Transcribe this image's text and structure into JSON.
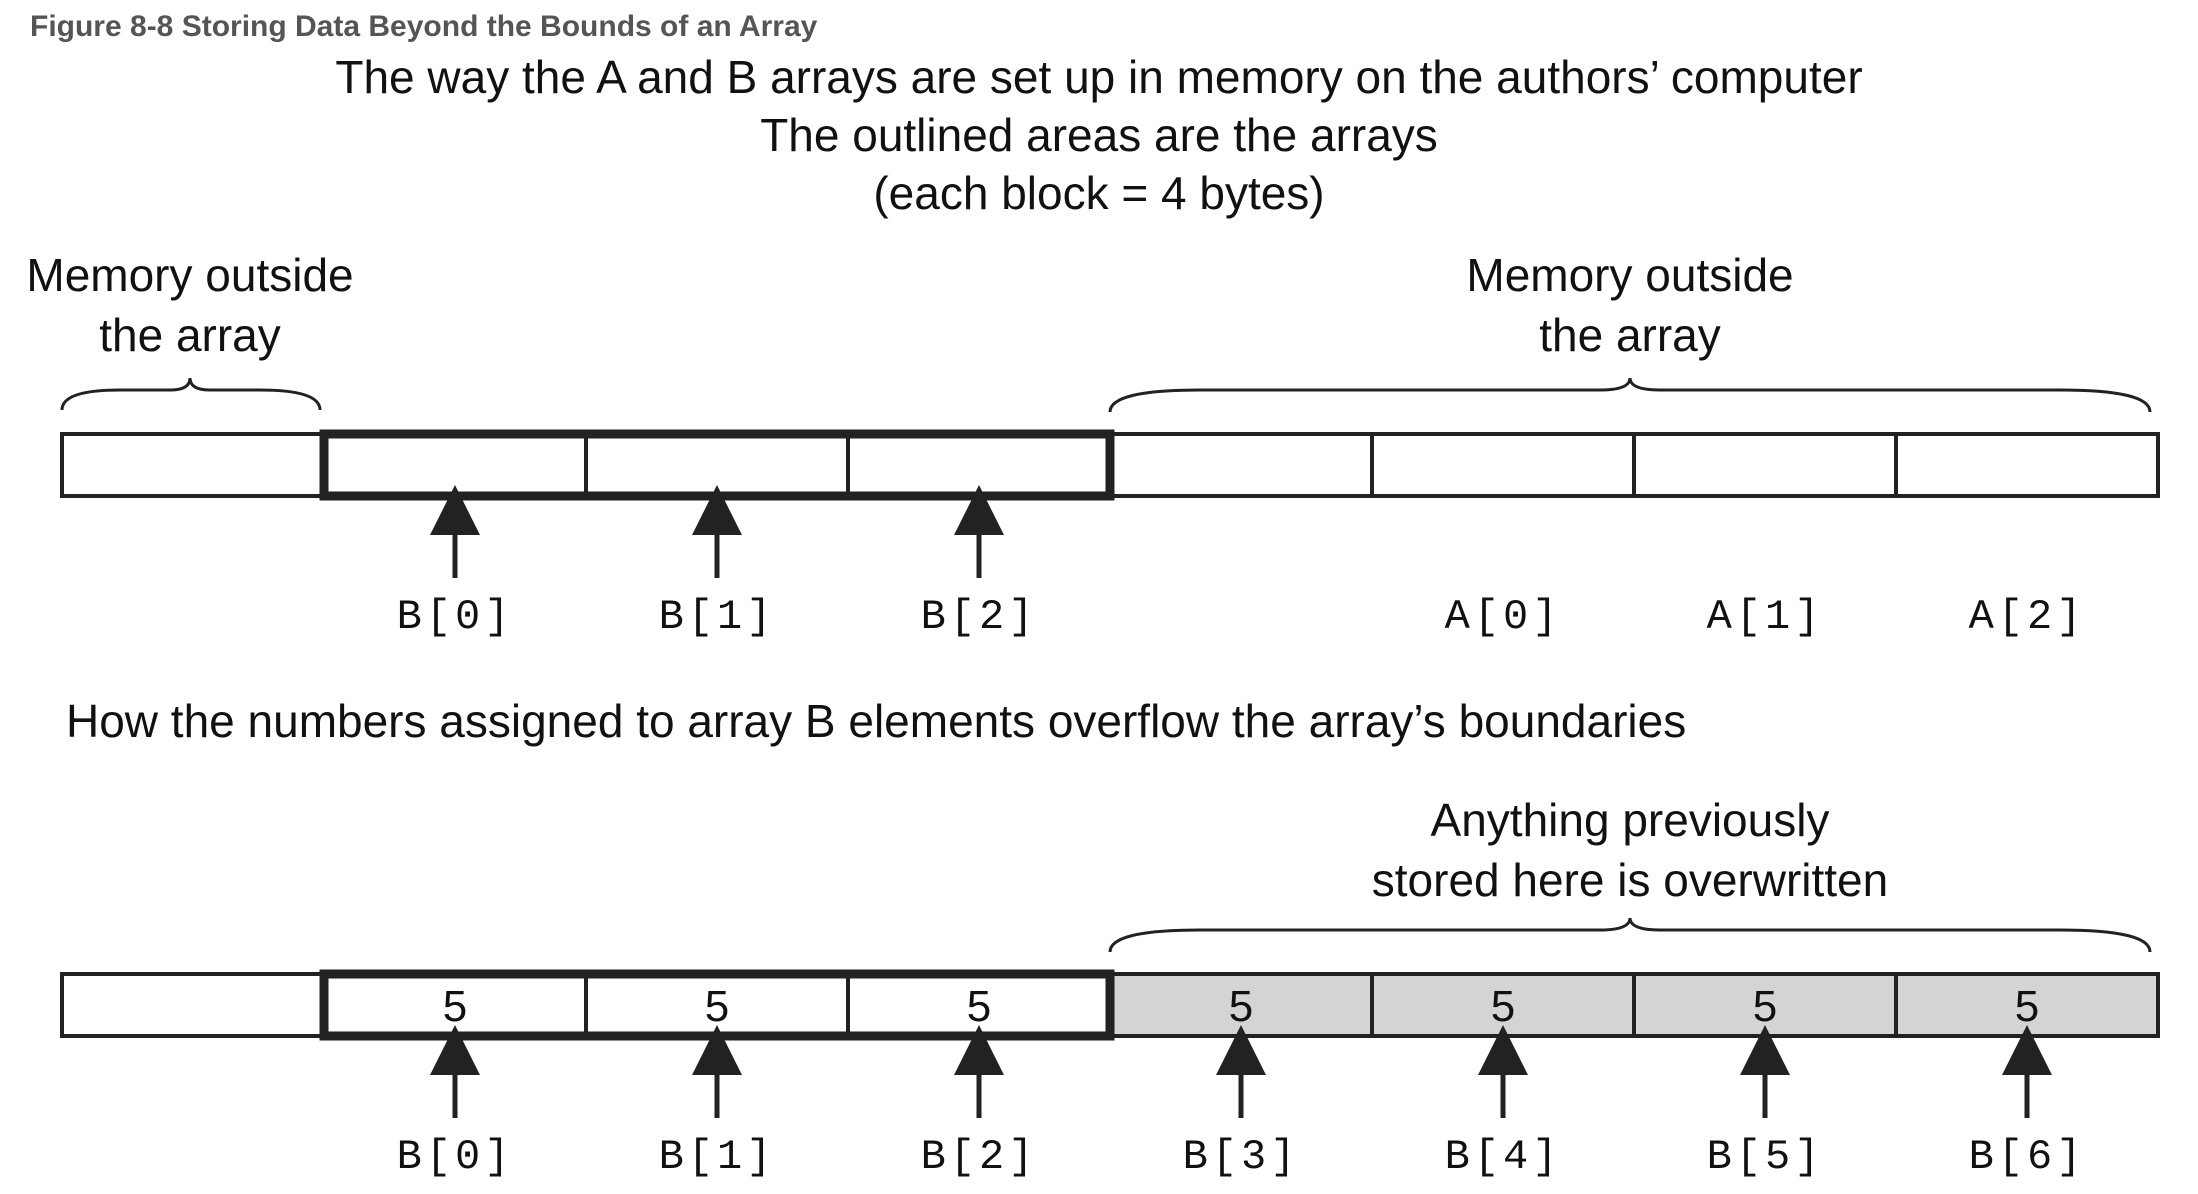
{
  "figure_title": "Figure 8-8 Storing Data Beyond the Bounds of an Array",
  "header": {
    "line1": "The way the A and B arrays are set up in memory on the authors’ computer",
    "line2": "The outlined areas are the arrays",
    "line3": "(each block = 4 bytes)"
  },
  "top_diagram": {
    "left_label": [
      "Memory outside",
      "the array"
    ],
    "right_label": [
      "Memory outside",
      "the array"
    ],
    "pointers": [
      "B[0]",
      "B[1]",
      "B[2]",
      "A[0]",
      "A[1]",
      "A[2]"
    ]
  },
  "bottom_section_title": "How the numbers assigned to array B elements overflow the array’s boundaries",
  "bottom_diagram": {
    "overwrite_label": [
      "Anything previously",
      "stored here is overwritten"
    ],
    "cell_values": [
      "",
      "5",
      "5",
      "5",
      "5",
      "5",
      "5",
      "5"
    ],
    "pointers": [
      "B[0]",
      "B[1]",
      "B[2]",
      "B[3]",
      "B[4]",
      "B[5]",
      "B[6]"
    ]
  },
  "colors": {
    "overwritten_fill": "#d4d4d4",
    "stroke": "#222222"
  }
}
